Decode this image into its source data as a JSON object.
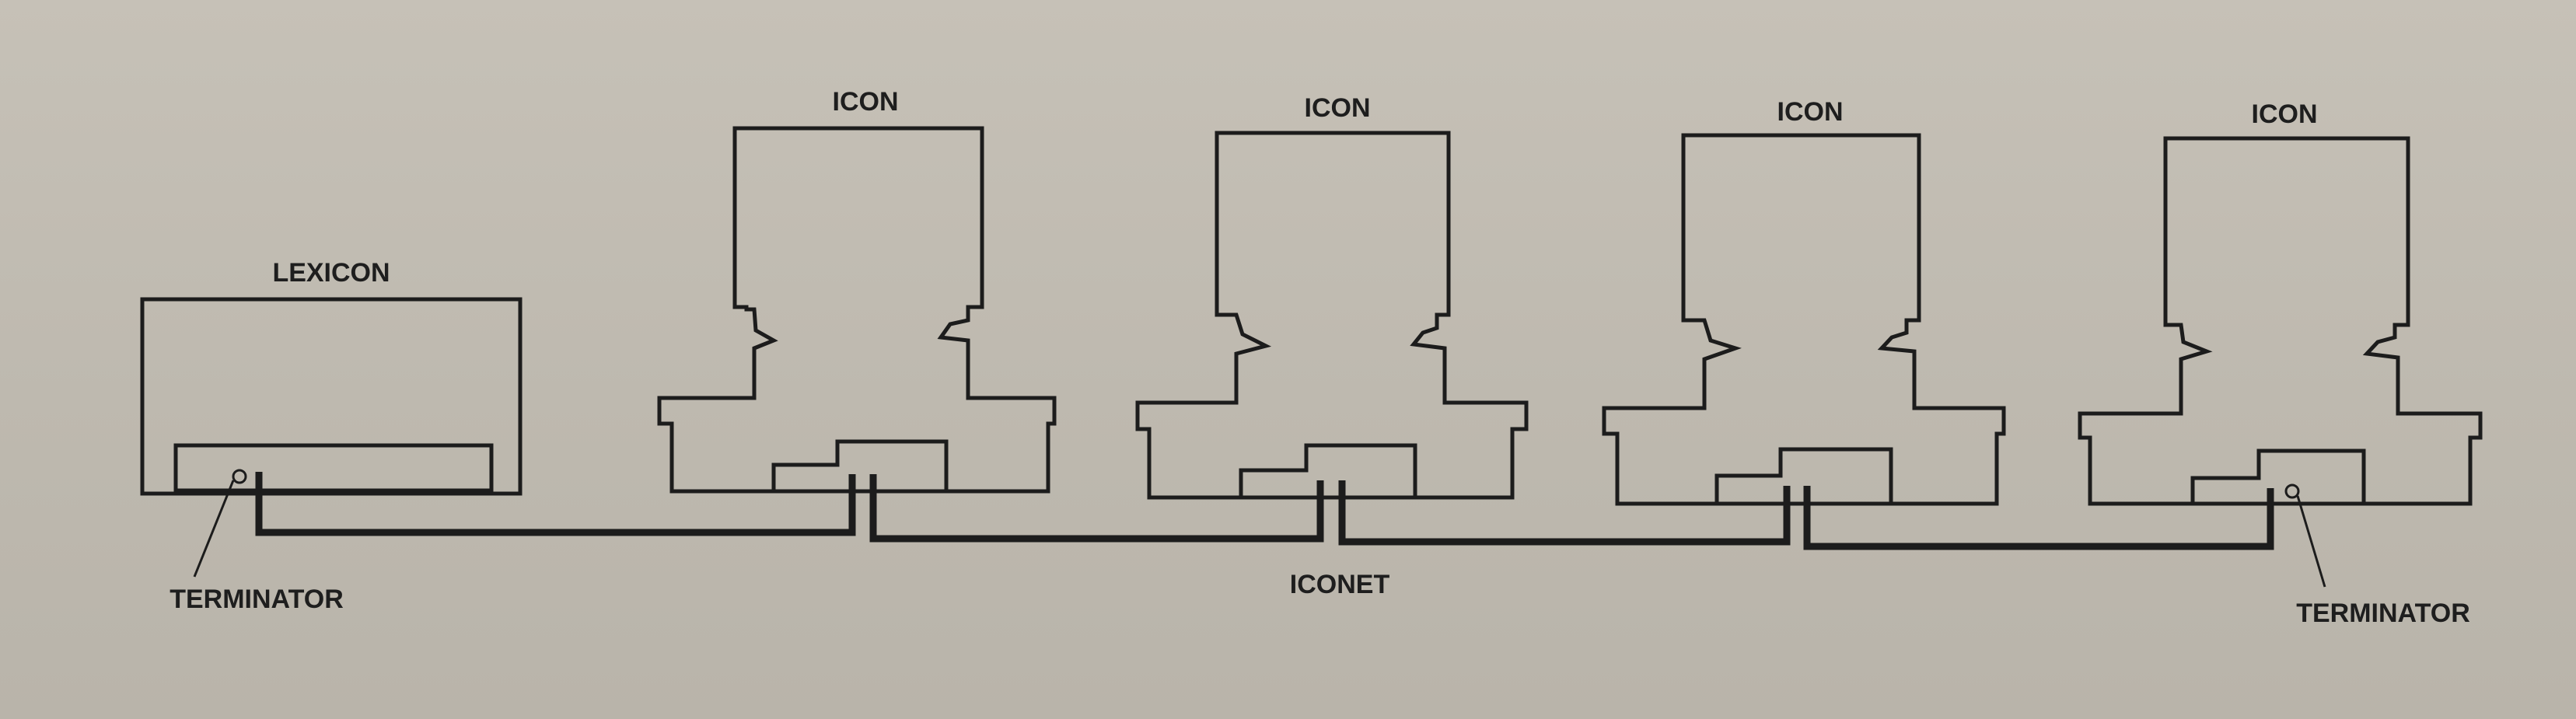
{
  "labels": {
    "lexicon": "LEXICON",
    "icon": "ICON",
    "iconet": "ICONET",
    "terminator": "TERMINATOR"
  },
  "colors": {
    "paper": "#c2bdb3",
    "ink": "#1c1c1c"
  }
}
